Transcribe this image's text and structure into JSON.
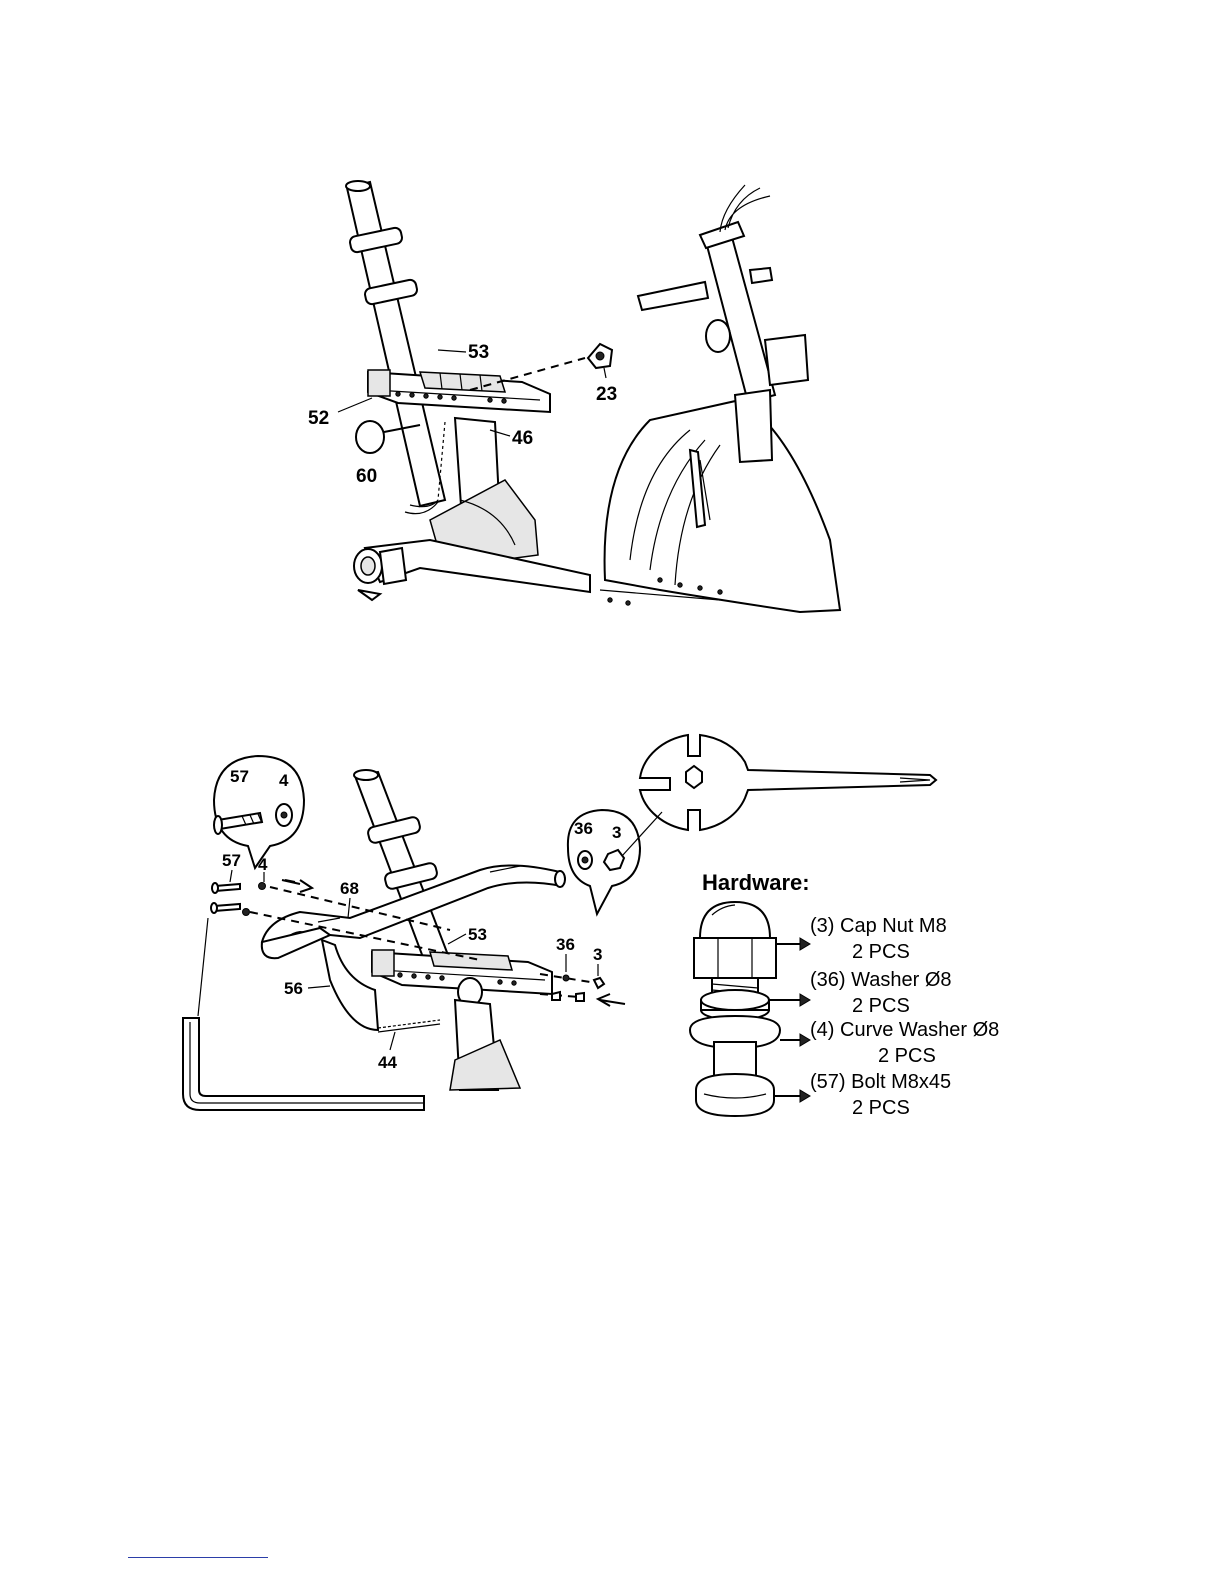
{
  "figure1": {
    "labels": [
      "53",
      "23",
      "52",
      "46",
      "60"
    ]
  },
  "figure2": {
    "labels": [
      "57",
      "4",
      "57",
      "4",
      "68",
      "53",
      "56",
      "44",
      "36",
      "3",
      "36",
      "3"
    ]
  },
  "hardware": {
    "title": "Hardware:",
    "items": [
      {
        "name": "(3) Cap Nut M8",
        "qty": "2 PCS"
      },
      {
        "name": "(36) Washer Ø8",
        "qty": "2 PCS"
      },
      {
        "name": "(4) Curve Washer Ø8",
        "qty": "2 PCS"
      },
      {
        "name": "(57) Bolt M8x45",
        "qty": "2 PCS"
      }
    ]
  }
}
